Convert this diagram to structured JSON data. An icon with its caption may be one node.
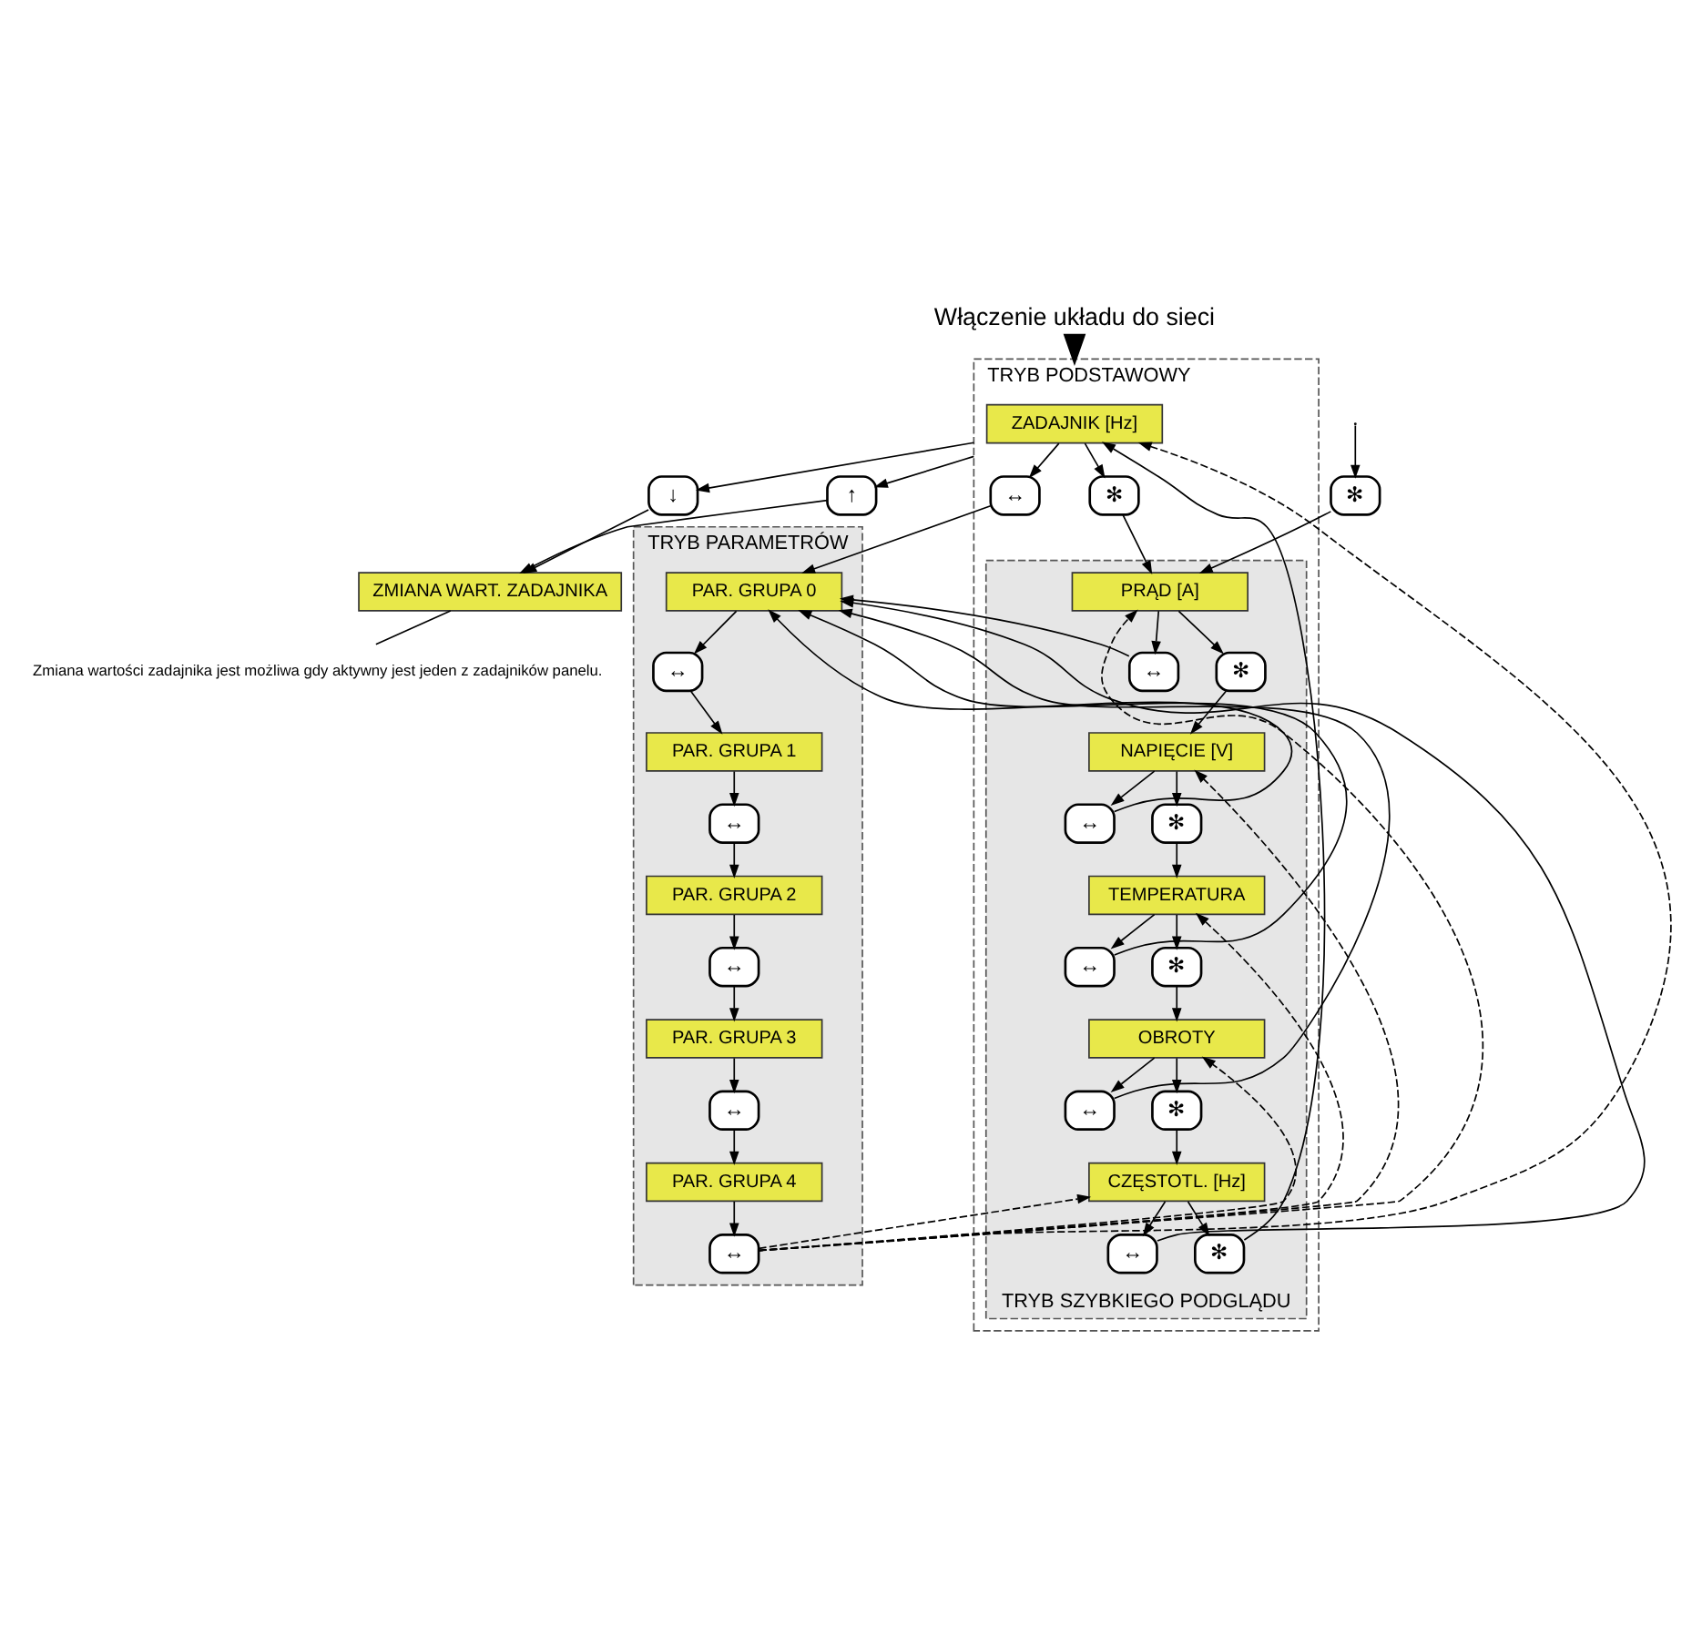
{
  "diagram": {
    "nodes": [
      {
        "text": [
          "Włączenie układu do sieci"
        ]
      },
      {
        "text": [
          "TRYB PODSTAWOWY"
        ]
      },
      {
        "text": [
          "TRYB PARAMETRÓW"
        ]
      },
      {
        "text": [
          "ZADAJNIK [Hz]"
        ],
        "in": 1
      },
      {
        "text": [
          "↔"
        ],
        "in": 1
      },
      {
        "text": [
          "✻"
        ],
        "in": 1
      },
      {
        "text": [
          "TRYB SZYBKIEGO PODGLĄDU"
        ],
        "in": 1
      },
      {
        "text": [
          "PRĄD [A]"
        ],
        "in": 6
      },
      {
        "text": [
          "↔"
        ],
        "in": 6
      },
      {
        "text": [
          "✻"
        ],
        "in": 6
      },
      {
        "text": [
          "NAPIĘCIE [V]"
        ],
        "in": 6
      },
      {
        "text": [
          "↔"
        ],
        "in": 6
      },
      {
        "text": [
          "✻"
        ],
        "in": 6
      },
      {
        "text": [
          "TEMPERATURA"
        ],
        "in": 6
      },
      {
        "text": [
          "↔"
        ],
        "in": 6
      },
      {
        "text": [
          "✻"
        ],
        "in": 6
      },
      {
        "text": [
          "OBROTY"
        ],
        "in": 6
      },
      {
        "text": [
          "↔"
        ],
        "in": 6
      },
      {
        "text": [
          "✻"
        ],
        "in": 6
      },
      {
        "text": [
          "CZĘSTOTL. [Hz]"
        ],
        "in": 6
      },
      {
        "text": [
          "↔"
        ],
        "in": 6
      },
      {
        "text": [
          "✻"
        ],
        "in": 6
      },
      {
        "text": [
          "PAR. GRUPA 0"
        ],
        "in": 2
      },
      {
        "text": [
          "↔"
        ],
        "in": 2
      },
      {
        "text": [
          "PAR. GRUPA 1"
        ],
        "in": 2
      },
      {
        "text": [
          "↔"
        ],
        "in": 2
      },
      {
        "text": [
          "PAR. GRUPA 2"
        ],
        "in": 2
      },
      {
        "text": [
          "↔"
        ],
        "in": 2
      },
      {
        "text": [
          "PAR. GRUPA 3"
        ],
        "in": 2
      },
      {
        "text": [
          "↔"
        ],
        "in": 2
      },
      {
        "text": [
          "PAR. GRUPA 4"
        ],
        "in": 2
      },
      {
        "text": [
          "↔"
        ],
        "in": 2
      },
      {
        "text": [
          "↑"
        ]
      },
      {
        "text": [
          "↓"
        ]
      },
      {
        "text": [
          "ZMIANA WART. ZADAJNIKA"
        ]
      },
      {
        "text": [
          "Zmiana wartości zadajnika jest możliwa gdy aktywny jest jeden z zadajników panelu."
        ]
      },
      {
        "text": [
          "✻"
        ]
      }
    ],
    "edges": [
      {
        "from": 0,
        "to": 1,
        "arrow": "to",
        "style": "thick"
      },
      {
        "from": 1,
        "to": 32,
        "arrow": "to"
      },
      {
        "from": 1,
        "to": 33,
        "arrow": "to"
      },
      {
        "from": 32,
        "to": 34,
        "arrow": "to"
      },
      {
        "from": 33,
        "to": 34,
        "arrow": "to"
      },
      {
        "from": 34,
        "to": 35,
        "arrow": "none"
      },
      {
        "from": null,
        "to": 36,
        "arrow": "to"
      },
      {
        "from": 36,
        "to": 7,
        "arrow": "to"
      },
      {
        "from": 3,
        "to": 4,
        "arrow": "to"
      },
      {
        "from": 3,
        "to": 5,
        "arrow": "to"
      },
      {
        "from": 4,
        "to": 22,
        "arrow": "to"
      },
      {
        "from": 5,
        "to": 7,
        "arrow": "to"
      },
      {
        "from": 7,
        "to": 8,
        "arrow": "to"
      },
      {
        "from": 7,
        "to": 9,
        "arrow": "to"
      },
      {
        "from": 9,
        "to": 10,
        "arrow": "to"
      },
      {
        "from": 10,
        "to": 11,
        "arrow": "to"
      },
      {
        "from": 10,
        "to": 12,
        "arrow": "to"
      },
      {
        "from": 12,
        "to": 13,
        "arrow": "to"
      },
      {
        "from": 13,
        "to": 14,
        "arrow": "to"
      },
      {
        "from": 13,
        "to": 15,
        "arrow": "to"
      },
      {
        "from": 15,
        "to": 16,
        "arrow": "to"
      },
      {
        "from": 16,
        "to": 17,
        "arrow": "to"
      },
      {
        "from": 16,
        "to": 18,
        "arrow": "to"
      },
      {
        "from": 18,
        "to": 19,
        "arrow": "to"
      },
      {
        "from": 19,
        "to": 20,
        "arrow": "to"
      },
      {
        "from": 19,
        "to": 21,
        "arrow": "to"
      },
      {
        "from": 21,
        "to": 3,
        "arrow": "to"
      },
      {
        "from": 8,
        "to": 22,
        "arrow": "to"
      },
      {
        "from": 11,
        "to": 22,
        "arrow": "to"
      },
      {
        "from": 14,
        "to": 22,
        "arrow": "to"
      },
      {
        "from": 17,
        "to": 22,
        "arrow": "to"
      },
      {
        "from": 20,
        "to": 22,
        "arrow": "to"
      },
      {
        "from": 22,
        "to": 23,
        "arrow": "to"
      },
      {
        "from": 23,
        "to": 24,
        "arrow": "to"
      },
      {
        "from": 24,
        "to": 25,
        "arrow": "to"
      },
      {
        "from": 25,
        "to": 26,
        "arrow": "to"
      },
      {
        "from": 26,
        "to": 27,
        "arrow": "to"
      },
      {
        "from": 27,
        "to": 28,
        "arrow": "to"
      },
      {
        "from": 28,
        "to": 29,
        "arrow": "to"
      },
      {
        "from": 29,
        "to": 30,
        "arrow": "to"
      },
      {
        "from": 30,
        "to": 31,
        "arrow": "to"
      },
      {
        "from": 31,
        "to": 3,
        "arrow": "to",
        "style": "dashed"
      },
      {
        "from": 31,
        "to": 7,
        "arrow": "to",
        "style": "dashed"
      },
      {
        "from": 31,
        "to": 10,
        "arrow": "to",
        "style": "dashed"
      },
      {
        "from": 31,
        "to": 13,
        "arrow": "to",
        "style": "dashed"
      },
      {
        "from": 31,
        "to": 16,
        "arrow": "to",
        "style": "dashed"
      },
      {
        "from": 31,
        "to": 19,
        "arrow": "to",
        "style": "dashed"
      }
    ]
  }
}
